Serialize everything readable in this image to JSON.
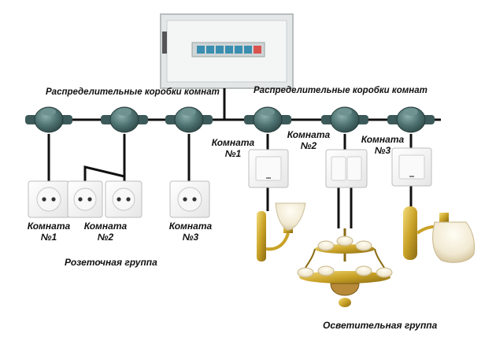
{
  "labels": {
    "boxes_left": "Распределительные коробки комнат",
    "boxes_right": "Распределительные коробки комнат",
    "socket_group": "Розеточная группа",
    "lighting_group": "Осветительная группа"
  },
  "socket_rooms": [
    {
      "title": "Комната",
      "number": "№1"
    },
    {
      "title": "Комната",
      "number": "№2"
    },
    {
      "title": "Комната",
      "number": "№3"
    }
  ],
  "light_rooms": [
    {
      "title": "Комната",
      "number": "№1"
    },
    {
      "title": "Комната",
      "number": "№2"
    },
    {
      "title": "Комната",
      "number": "№3"
    }
  ],
  "colors": {
    "wire": "#111111",
    "junction_box": "#4e7372",
    "panel_frame": "#d8dcdc",
    "fixture_gold": "#c9a227"
  }
}
